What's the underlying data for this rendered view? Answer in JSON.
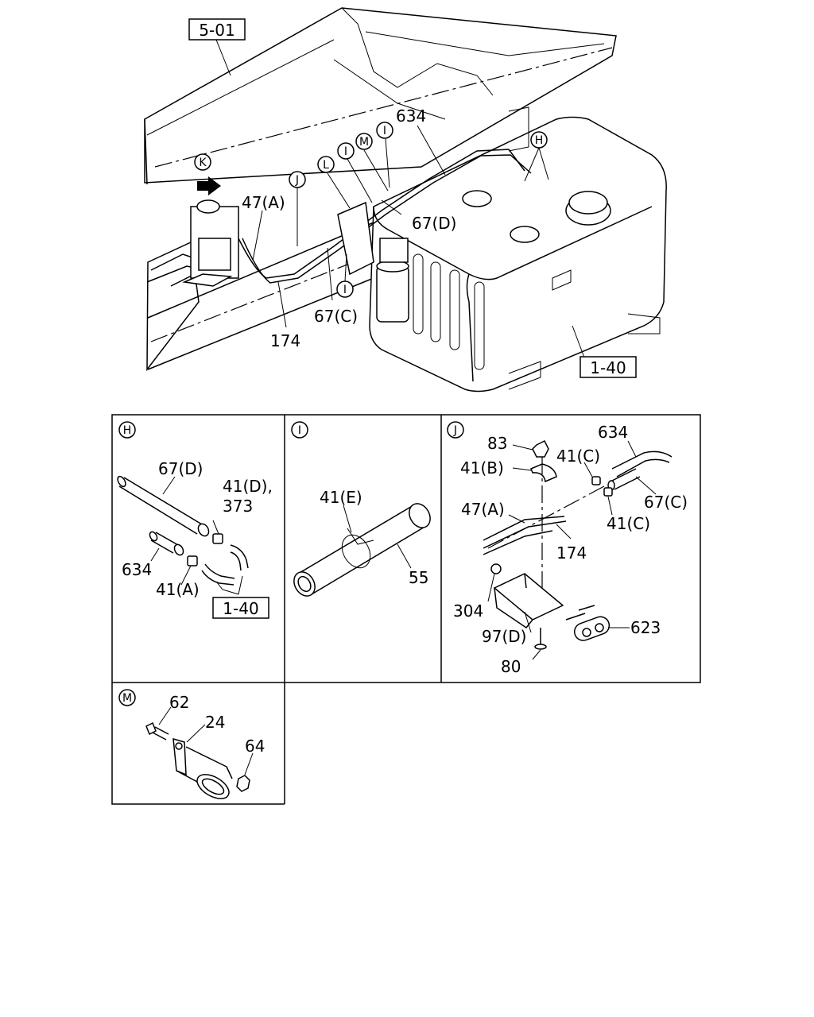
{
  "refs": {
    "top_left": "5-01",
    "tank": "1-40",
    "panel_h": "1-40"
  },
  "main": {
    "callouts": {
      "k": "K",
      "j": "J",
      "l": "L",
      "i1": "I",
      "m": "M",
      "i2": "I",
      "h": "H",
      "i3": "I"
    },
    "labels": {
      "p634": "634",
      "p47a": "47(A)",
      "p67d": "67(D)",
      "p67c": "67(C)",
      "p174": "174"
    }
  },
  "panels": {
    "h": {
      "letter": "H",
      "labels": {
        "p67d": "67(D)",
        "p41d": "41(D),",
        "p373": "373",
        "p634": "634",
        "p41a": "41(A)"
      }
    },
    "i": {
      "letter": "I",
      "labels": {
        "p41e": "41(E)",
        "p55": "55"
      }
    },
    "j": {
      "letter": "J",
      "labels": {
        "p83": "83",
        "p634": "634",
        "p41b": "41(B)",
        "p41c1": "41(C)",
        "p67c": "67(C)",
        "p47a": "47(A)",
        "p41c2": "41(C)",
        "p174": "174",
        "p304": "304",
        "p623": "623",
        "p97d": "97(D)",
        "p80": "80"
      }
    },
    "m": {
      "letter": "M",
      "labels": {
        "p62": "62",
        "p24": "24",
        "p64": "64"
      }
    }
  }
}
